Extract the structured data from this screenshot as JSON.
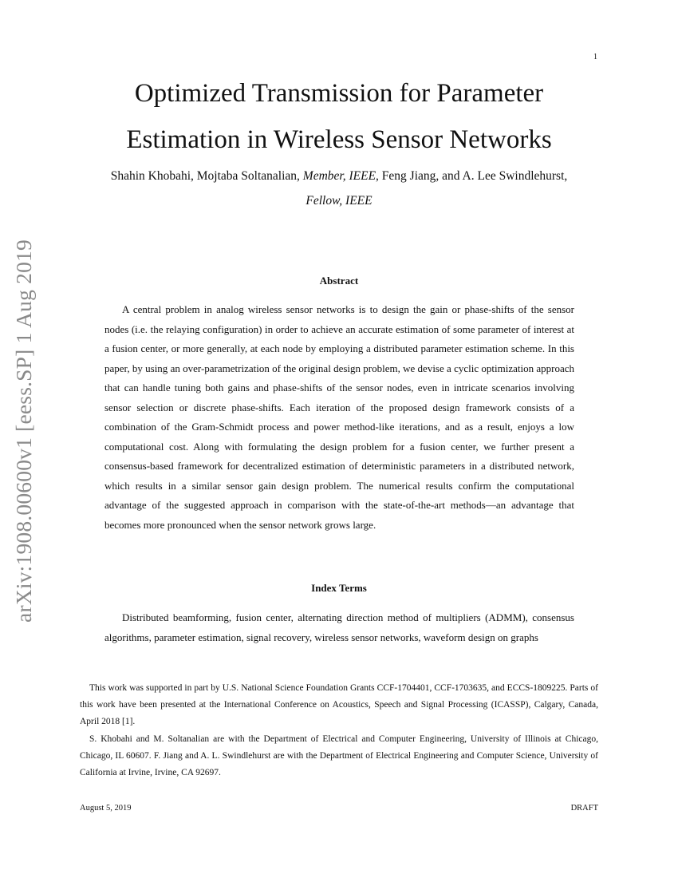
{
  "page": {
    "number": "1",
    "arxiv_stamp": "arXiv:1908.00600v1  [eess.SP]  1 Aug 2019"
  },
  "header": {
    "title": "Optimized Transmission for Parameter Estimation in Wireless Sensor Networks",
    "authors": {
      "part1": "Shahin Khobahi, Mojtaba Soltanalian, ",
      "affil1": "Member, IEEE",
      "part2": ", Feng Jiang, and A. Lee Swindlehurst,",
      "affil2": "Fellow, IEEE"
    }
  },
  "abstract": {
    "heading": "Abstract",
    "text": "A central problem in analog wireless sensor networks is to design the gain or phase-shifts of the sensor nodes (i.e. the relaying configuration) in order to achieve an accurate estimation of some parameter of interest at a fusion center, or more generally, at each node by employing a distributed parameter estimation scheme. In this paper, by using an over-parametrization of the original design problem, we devise a cyclic optimization approach that can handle tuning both gains and phase-shifts of the sensor nodes, even in intricate scenarios involving sensor selection or discrete phase-shifts. Each iteration of the proposed design framework consists of a combination of the Gram-Schmidt process and power method-like iterations, and as a result, enjoys a low computational cost. Along with formulating the design problem for a fusion center, we further present a consensus-based framework for decentralized estimation of deterministic parameters in a distributed network, which results in a similar sensor gain design problem. The numerical results confirm the computational advantage of the suggested approach in comparison with the state-of-the-art methods—an advantage that becomes more pronounced when the sensor network grows large."
  },
  "index_terms": {
    "heading": "Index Terms",
    "text": "Distributed beamforming, fusion center, alternating direction method of multipliers (ADMM), consensus algorithms, parameter estimation, signal recovery, wireless sensor networks, waveform design on graphs"
  },
  "footnotes": [
    "This work was supported in part by U.S. National Science Foundation Grants CCF-1704401, CCF-1703635, and ECCS-1809225. Parts of this work have been presented at the International Conference on Acoustics, Speech and Signal Processing (ICASSP), Calgary, Canada, April 2018 [1].",
    "S. Khobahi and M. Soltanalian are with the Department of Electrical and Computer Engineering, University of Illinois at Chicago, Chicago, IL 60607. F. Jiang and A. L. Swindlehurst are with the Department of Electrical Engineering and Computer Science, University of California at Irvine, Irvine, CA 92697."
  ],
  "footer": {
    "date": "August 5, 2019",
    "status": "DRAFT"
  }
}
